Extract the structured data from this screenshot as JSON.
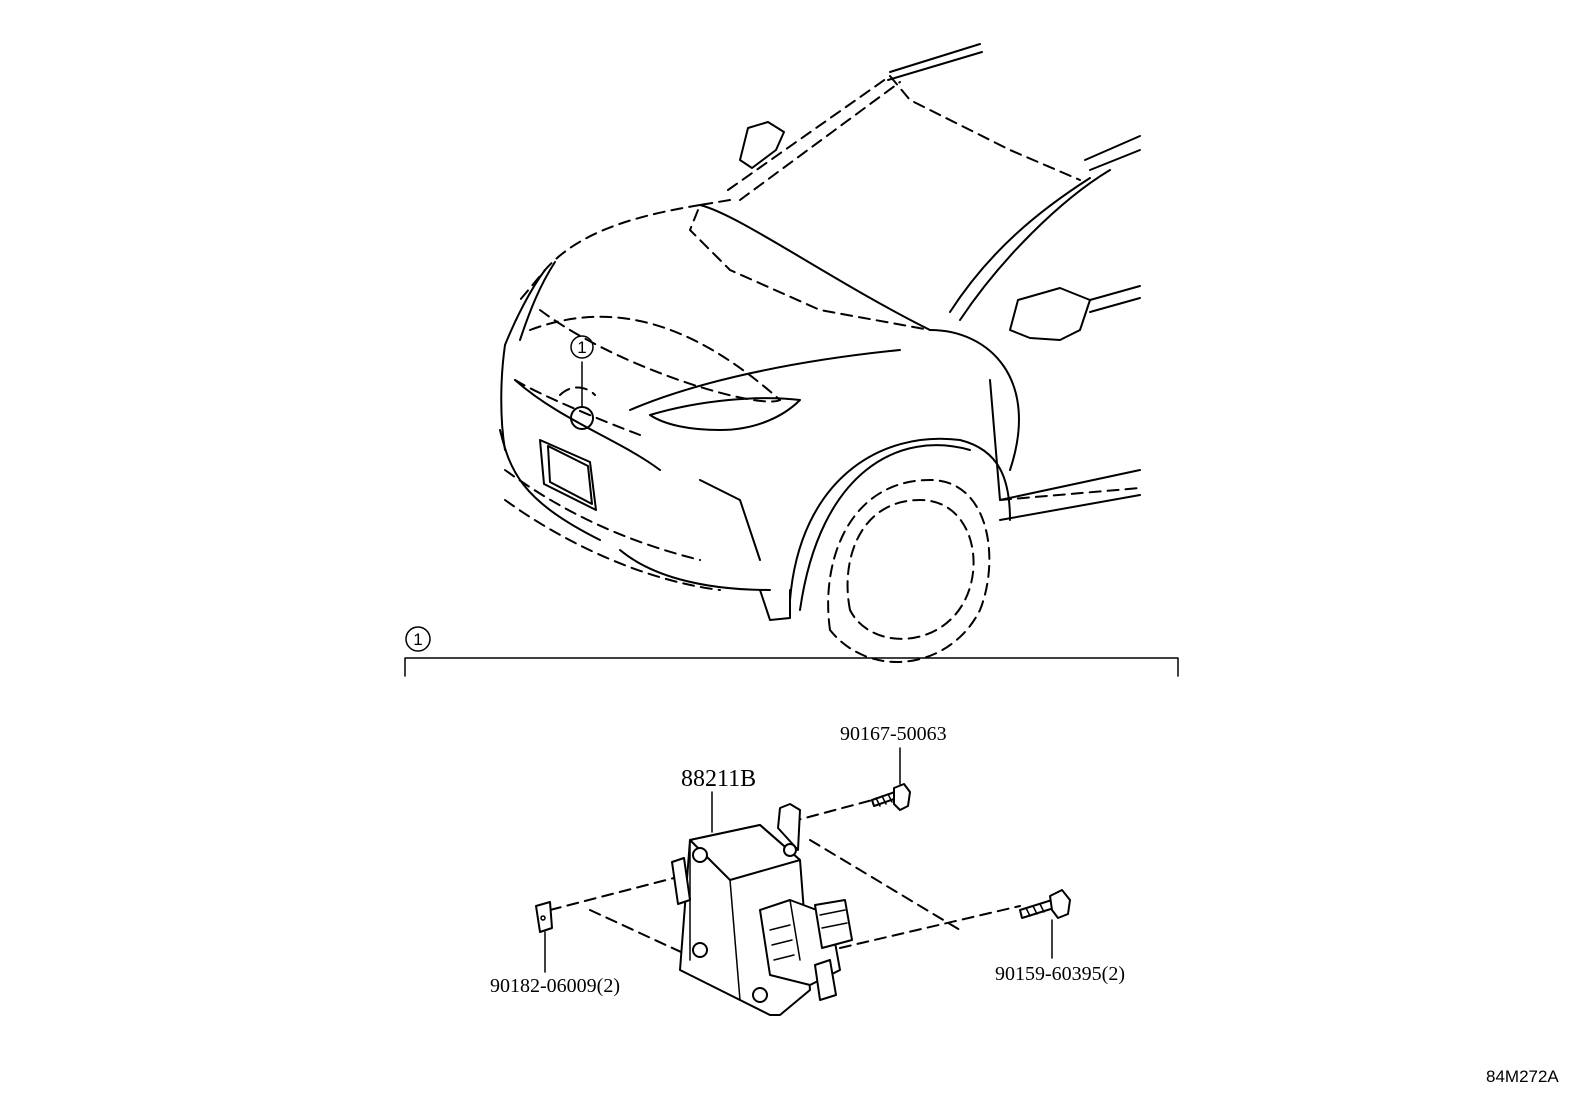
{
  "callouts": {
    "vehicle_marker": "1",
    "section_marker": "1"
  },
  "parts": {
    "module": "88211B",
    "upper_bolt": "90167-50063",
    "clip": "90182-06009(2)",
    "side_bolts": "90159-60395(2)"
  },
  "figure_code": "84M272A"
}
